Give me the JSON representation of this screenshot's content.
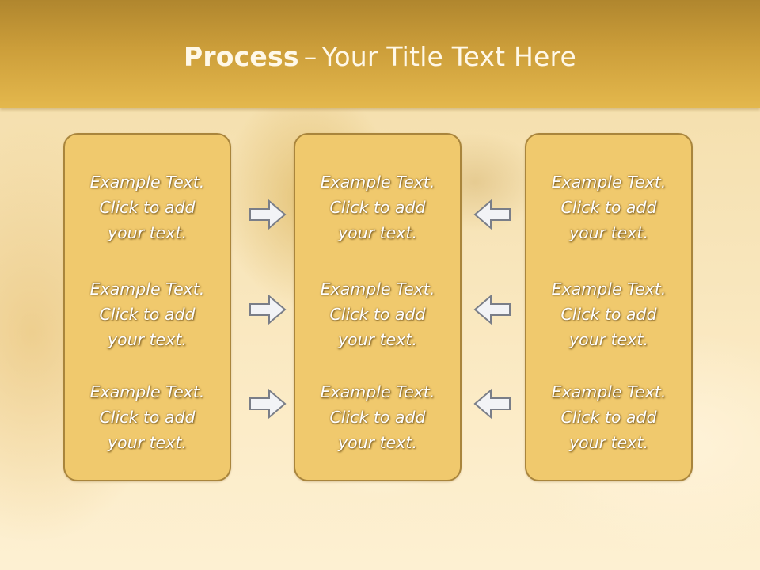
{
  "slide": {
    "title_bold": "Process",
    "title_separator": "–",
    "title_rest": "Your Title Text Here"
  },
  "columns": [
    {
      "boxes": [
        {
          "line1": "Example Text.",
          "line2": "Click  to add",
          "line3": "your text."
        },
        {
          "line1": "Example Text.",
          "line2": "Click  to add",
          "line3": "your text."
        },
        {
          "line1": "Example Text.",
          "line2": "Click  to add",
          "line3": "your text."
        }
      ]
    },
    {
      "boxes": [
        {
          "line1": "Example Text.",
          "line2": "Click  to add",
          "line3": "your text."
        },
        {
          "line1": "Example Text.",
          "line2": "Click  to add",
          "line3": "your text."
        },
        {
          "line1": "Example Text.",
          "line2": "Click  to add",
          "line3": "your text."
        }
      ]
    },
    {
      "boxes": [
        {
          "line1": "Example Text.",
          "line2": "Click  to add",
          "line3": "your text."
        },
        {
          "line1": "Example Text.",
          "line2": "Click  to add",
          "line3": "your text."
        },
        {
          "line1": "Example Text.",
          "line2": "Click  to add",
          "line3": "your text."
        }
      ]
    }
  ],
  "arrows": [
    {
      "icon": "arrow-right-icon",
      "direction": "right"
    },
    {
      "icon": "arrow-right-icon",
      "direction": "right"
    },
    {
      "icon": "arrow-right-icon",
      "direction": "right"
    },
    {
      "icon": "arrow-left-icon",
      "direction": "left"
    },
    {
      "icon": "arrow-left-icon",
      "direction": "left"
    },
    {
      "icon": "arrow-left-icon",
      "direction": "left"
    }
  ],
  "colors": {
    "header": "#cc9e3a",
    "box_fill": "#f0c96d",
    "box_border": "#a9853c",
    "arrow_fill": "#f2f3f6",
    "arrow_stroke": "#7a7e88"
  }
}
